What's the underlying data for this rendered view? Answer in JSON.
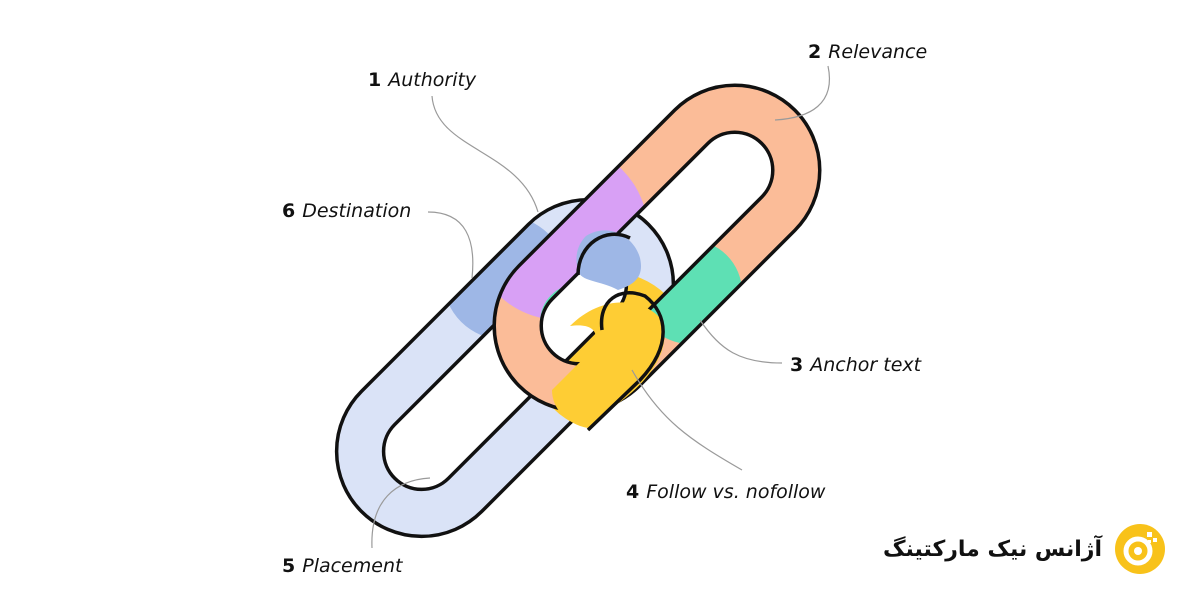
{
  "factors": [
    {
      "num": "1",
      "text": "Authority"
    },
    {
      "num": "2",
      "text": "Relevance"
    },
    {
      "num": "3",
      "text": "Anchor text"
    },
    {
      "num": "4",
      "text": "Follow vs. nofollow"
    },
    {
      "num": "5",
      "text": "Placement"
    },
    {
      "num": "6",
      "text": "Destination"
    }
  ],
  "colors": {
    "authority": "#d8a0f5",
    "relevance": "#fbbc98",
    "anchor_text": "#5ee0b4",
    "follow": "#fecd34",
    "placement": "#dae3f7",
    "destination": "#9eb7e6",
    "outline": "#111111",
    "brand_accent": "#f8c21a"
  },
  "brand": {
    "name": "آژانس نیک مارکتینگ",
    "logo_icon": "nik-marketing-logo-icon"
  }
}
